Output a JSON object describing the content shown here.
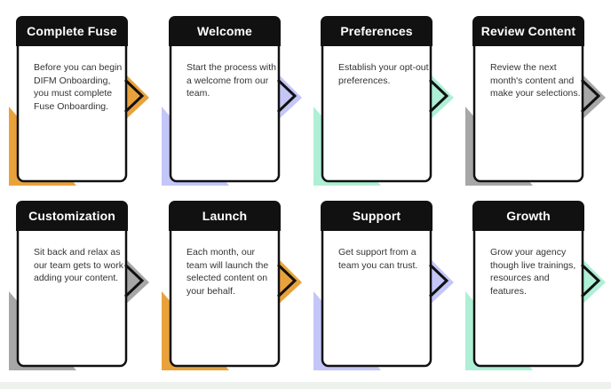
{
  "steps": [
    {
      "title": "Complete Fuse",
      "description": "Before you can begin DIFM Onboarding, you must complete Fuse Onboarding.",
      "accent_color": "#E9A23B",
      "arrow_icon": "chevron-right-icon"
    },
    {
      "title": "Welcome",
      "description": "Start the process with a welcome from our team.",
      "accent_color": "#C3C6F7",
      "arrow_icon": "chevron-right-icon"
    },
    {
      "title": "Preferences",
      "description": "Establish your opt-out preferences.",
      "accent_color": "#AEEFD6",
      "arrow_icon": "chevron-right-icon"
    },
    {
      "title": "Review Content",
      "description": "Review the next month's content and make your selections.",
      "accent_color": "#A7A7A7",
      "arrow_icon": "chevron-right-icon"
    },
    {
      "title": "Customization",
      "description": "Sit back and relax as our team gets to work adding your content.",
      "accent_color": "#A7A7A7",
      "arrow_icon": "chevron-right-icon"
    },
    {
      "title": "Launch",
      "description": "Each month, our team will launch the selected content on your behalf.",
      "accent_color": "#E9A23B",
      "arrow_icon": "chevron-right-icon"
    },
    {
      "title": "Support",
      "description": "Get support from a team you can trust.",
      "accent_color": "#C3C6F7",
      "arrow_icon": "chevron-right-icon"
    },
    {
      "title": "Growth",
      "description": "Grow your agency though live trainings, resources and features.",
      "accent_color": "#AEEFD6",
      "arrow_icon": "chevron-right-icon"
    }
  ]
}
